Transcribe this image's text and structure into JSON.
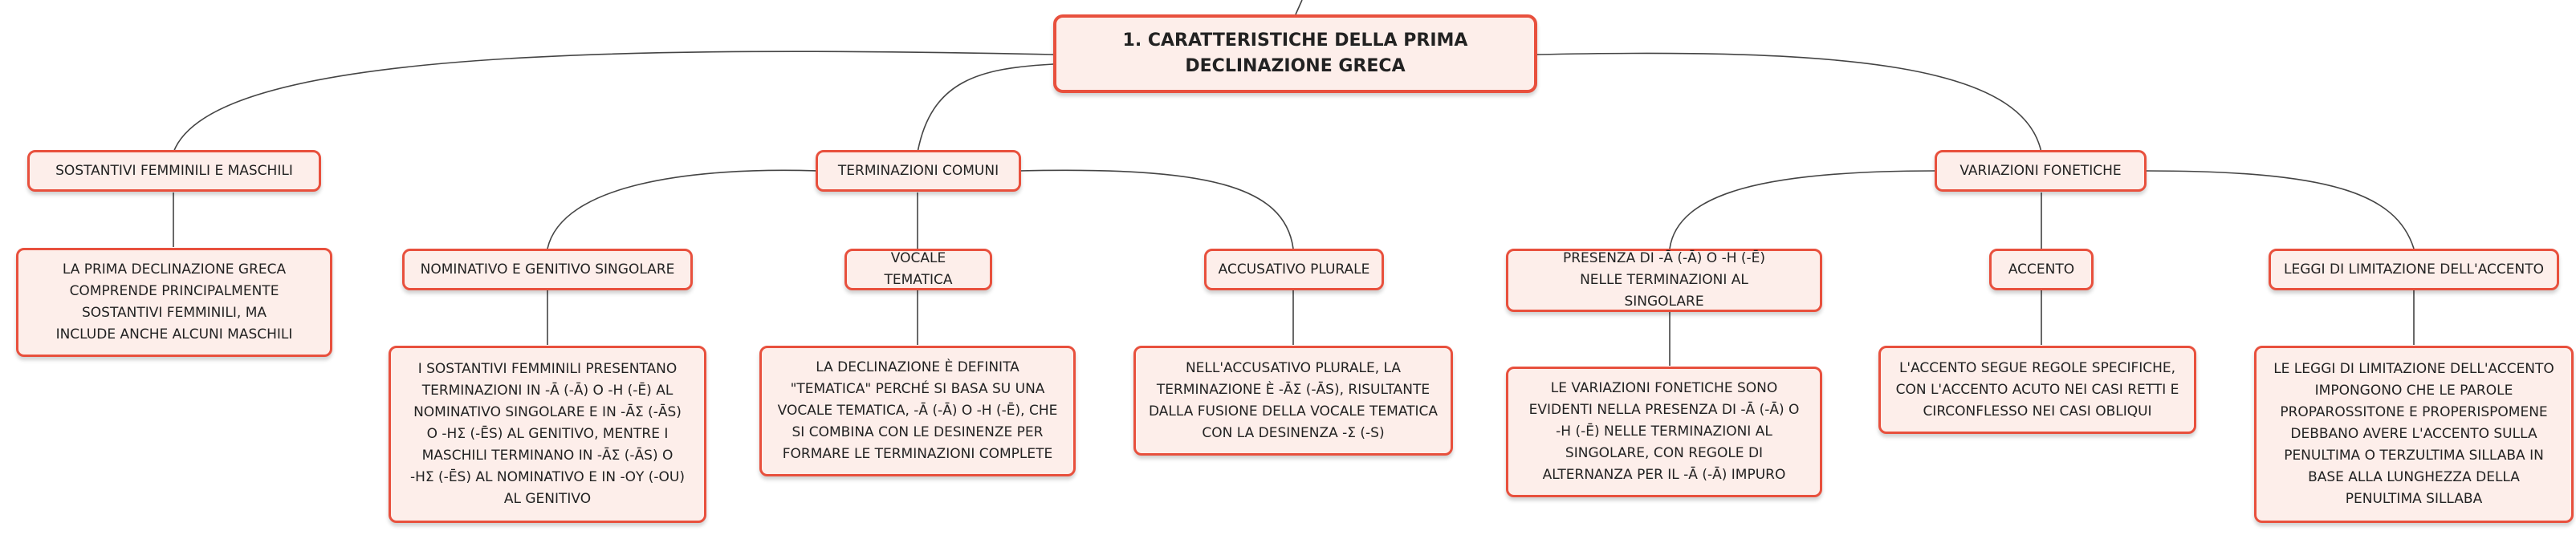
{
  "mindmap": {
    "root": "1. CARATTERISTICHE DELLA PRIMA DECLINAZIONE GRECA",
    "branches": [
      {
        "label": "SOSTANTIVI FEMMINILI E MASCHILI",
        "children": [
          {
            "label": "LA PRIMA DECLINAZIONE GRECA COMPRENDE PRINCIPALMENTE SOSTANTIVI FEMMINILI, MA INCLUDE ANCHE ALCUNI MASCHILI"
          }
        ]
      },
      {
        "label": "TERMINAZIONI COMUNI",
        "children": [
          {
            "label": "NOMINATIVO E GENITIVO SINGOLARE",
            "detail": "I SOSTANTIVI FEMMINILI PRESENTANO TERMINAZIONI IN -Ᾱ (-Ā) O -Η (-Ē) AL NOMINATIVO SINGOLARE E IN -ᾹΣ (-ĀS) O -ΗΣ (-ĒS) AL GENITIVO, MENTRE I MASCHILI TERMINANO IN -ᾹΣ (-ĀS) O -ΗΣ (-ĒS) AL NOMINATIVO E IN -ΟΥ (-OU) AL GENITIVO"
          },
          {
            "label": "VOCALE TEMATICA",
            "detail": "LA DECLINAZIONE È DEFINITA \"TEMATICA\" PERCHÉ SI BASA SU UNA VOCALE TEMATICA, -Ᾱ (-Ā) O -Η (-Ē), CHE SI COMBINA CON LE DESINENZE PER FORMARE LE TERMINAZIONI COMPLETE"
          },
          {
            "label": "ACCUSATIVO PLURALE",
            "detail": "NELL'ACCUSATIVO PLURALE, LA TERMINAZIONE È -ᾹΣ (-ĀS), RISULTANTE DALLA FUSIONE DELLA VOCALE TEMATICA CON LA DESINENZA -Σ (-S)"
          }
        ]
      },
      {
        "label": "VARIAZIONI FONETICHE",
        "children": [
          {
            "label": "PRESENZA DI -Ᾱ (-Ā) O -Η (-Ē) NELLE TERMINAZIONI AL SINGOLARE",
            "detail": "LE VARIAZIONI FONETICHE SONO EVIDENTI NELLA PRESENZA DI -Ᾱ (-Ā) O -Η (-Ē) NELLE TERMINAZIONI AL SINGOLARE, CON REGOLE DI ALTERNANZA PER IL -Ᾱ (-Ā) IMPURO"
          },
          {
            "label": "ACCENTO",
            "detail": "L'ACCENTO SEGUE REGOLE SPECIFICHE, CON L'ACCENTO ACUTO NEI CASI RETTI E CIRCONFLESSO NEI CASI OBLIQUI"
          },
          {
            "label": "LEGGI DI LIMITAZIONE DELL'ACCENTO",
            "detail": "LE LEGGI DI LIMITAZIONE DELL'ACCENTO IMPONGONO CHE LE PAROLE PROPAROSSITONE E PROPERISPOMENE DEBBANO AVERE L'ACCENTO SULLA PENULTIMA O TERZULTIMA SILLABA IN BASE ALLA LUNGHEZZA DELLA PENULTIMA SILLABA"
          }
        ]
      }
    ]
  }
}
